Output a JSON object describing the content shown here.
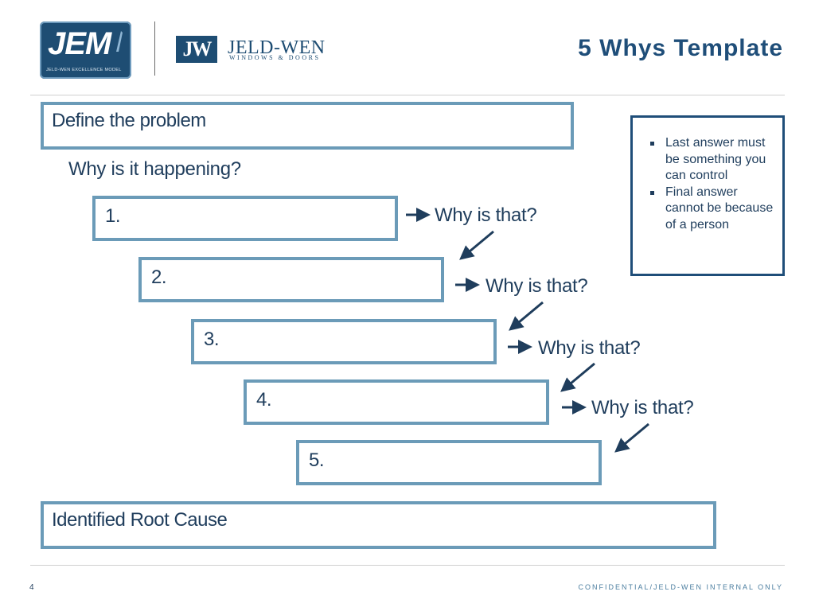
{
  "header": {
    "jem_logo_text": "JEM",
    "jem_logo_subtitle": "JELD-WEN EXCELLENCE MODEL",
    "jw_mark": "JW",
    "jw_name": "JELD-WEN",
    "jw_tagline": "WINDOWS & DOORS",
    "title": "5 Whys Template"
  },
  "problem_box": {
    "label": "Define the problem"
  },
  "why_prompt": "Why is it happening?",
  "steps": [
    {
      "label": "1.",
      "why": "Why is that?"
    },
    {
      "label": "2.",
      "why": "Why is that?"
    },
    {
      "label": "3.",
      "why": "Why is that?"
    },
    {
      "label": "4.",
      "why": "Why is that?"
    },
    {
      "label": "5."
    }
  ],
  "root_cause_box": {
    "label": "Identified Root Cause"
  },
  "notes": [
    "Last answer must be something you can control",
    "Final answer cannot be because of a person"
  ],
  "footer": {
    "page_number": "4",
    "confidential": "CONFIDENTIAL/JELD-WEN INTERNAL ONLY"
  },
  "colors": {
    "brand_navy": "#1f4e79",
    "box_border": "#6b9bb8",
    "text": "#1f3d5c"
  }
}
